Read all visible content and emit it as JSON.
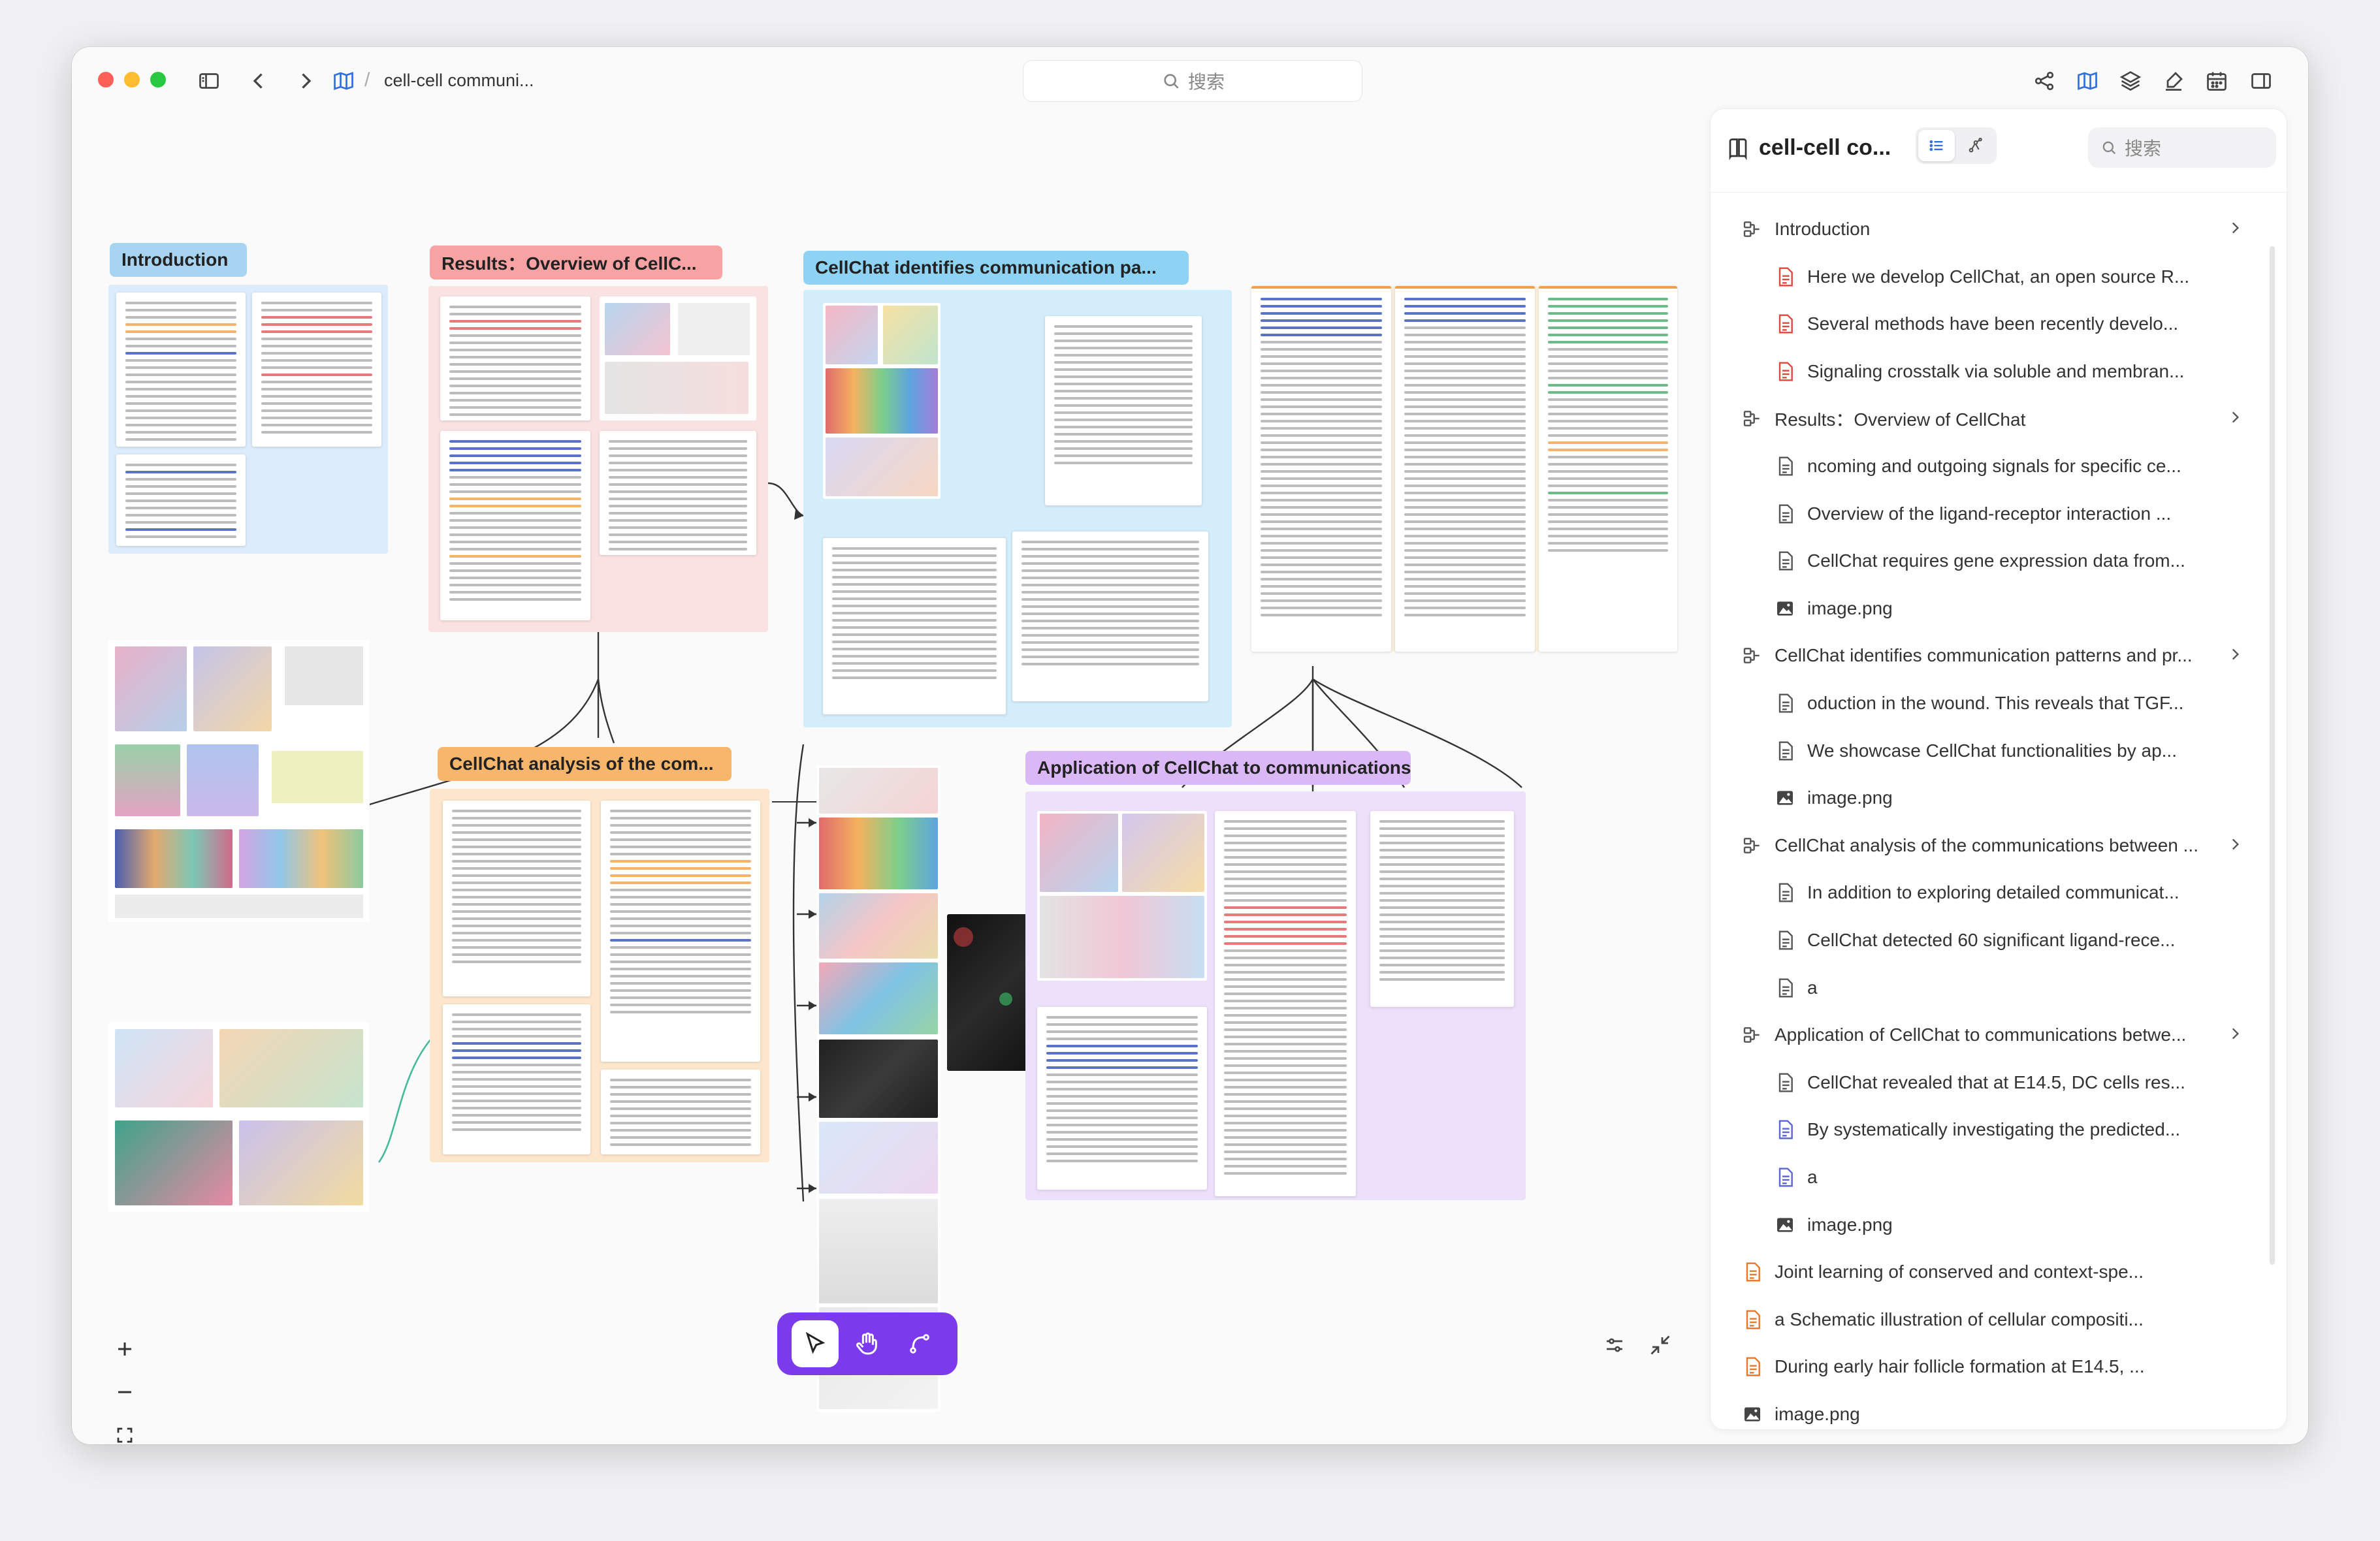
{
  "window": {
    "doc_title": "cell-cell communi...",
    "breadcrumb_sep": "/",
    "search_placeholder": "搜索"
  },
  "canvas": {
    "nodes": {
      "introduction": "Introduction",
      "results": "Results：Overview of CellC...",
      "identifies": "CellChat identifies communication pa...",
      "analysis": "CellChat analysis of the com...",
      "application": "Application of CellChat to communications be..."
    },
    "colors": {
      "introduction": "#a8d4f2",
      "results": "#f7a3a3",
      "identifies": "#8fd3f4",
      "analysis": "#f8b66c",
      "application": "#d9b8f5",
      "toolbar": "#7c3aed"
    }
  },
  "outline": {
    "title": "cell-cell co...",
    "search_placeholder": "搜索",
    "items": [
      {
        "level": 0,
        "type": "section",
        "label": "Introduction",
        "expandable": true
      },
      {
        "level": 1,
        "type": "pdf",
        "label": "Here we develop CellChat, an open source R...",
        "color": "red"
      },
      {
        "level": 1,
        "type": "pdf",
        "label": "Several methods have been recently develo...",
        "color": "red"
      },
      {
        "level": 1,
        "type": "pdf",
        "label": "Signaling crosstalk via soluble and membran...",
        "color": "red"
      },
      {
        "level": 0,
        "type": "section",
        "label": "Results：Overview of CellChat",
        "expandable": true
      },
      {
        "level": 1,
        "type": "doc",
        "label": "ncoming and outgoing signals for specific ce..."
      },
      {
        "level": 1,
        "type": "doc",
        "label": "Overview of the ligand-receptor interaction ..."
      },
      {
        "level": 1,
        "type": "doc",
        "label": "CellChat requires gene expression data from..."
      },
      {
        "level": 1,
        "type": "image",
        "label": "image.png"
      },
      {
        "level": 0,
        "type": "section",
        "label": "CellChat identifies communication patterns and pr...",
        "expandable": true
      },
      {
        "level": 1,
        "type": "doc",
        "label": "oduction in the wound. This reveals that TGF..."
      },
      {
        "level": 1,
        "type": "doc",
        "label": "We showcase CellChat functionalities by ap..."
      },
      {
        "level": 1,
        "type": "image",
        "label": "image.png"
      },
      {
        "level": 0,
        "type": "section",
        "label": "CellChat analysis of the communications between ...",
        "expandable": true
      },
      {
        "level": 1,
        "type": "doc",
        "label": "In addition to exploring detailed communicat..."
      },
      {
        "level": 1,
        "type": "doc",
        "label": "CellChat detected 60 significant ligand-rece..."
      },
      {
        "level": 1,
        "type": "doc",
        "label": "a"
      },
      {
        "level": 0,
        "type": "section",
        "label": "Application of CellChat to communications betwe...",
        "expandable": true
      },
      {
        "level": 1,
        "type": "doc",
        "label": "CellChat revealed that at E14.5, DC cells res..."
      },
      {
        "level": 1,
        "type": "docblue",
        "label": "By systematically investigating the predicted..."
      },
      {
        "level": 1,
        "type": "docblue",
        "label": "a"
      },
      {
        "level": 1,
        "type": "image",
        "label": "image.png"
      },
      {
        "level": 0,
        "type": "pdf",
        "label": "Joint learning of conserved and context-spe...",
        "color": "orange"
      },
      {
        "level": 0,
        "type": "pdf",
        "label": "a Schematic illustration of cellular compositi...",
        "color": "orange"
      },
      {
        "level": 0,
        "type": "pdf",
        "label": "During early hair follicle formation at E14.5, ...",
        "color": "orange"
      },
      {
        "level": 0,
        "type": "image",
        "label": "image.png"
      }
    ]
  }
}
